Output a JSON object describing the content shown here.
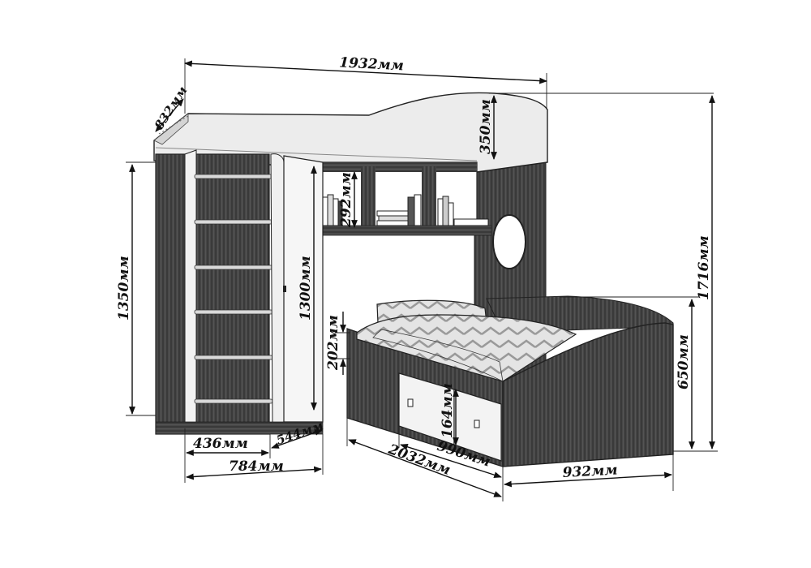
{
  "diagram": {
    "dimensions": {
      "total_length": "1932мм",
      "top_depth": "832мм",
      "top_height": "350мм",
      "shelf_height": "292мм",
      "wardrobe_height": "1350мм",
      "door_height": "1300мм",
      "bed_side_height": "202мм",
      "drawer_height": "164мм",
      "overall_height": "1716мм",
      "bed_height": "650мм",
      "wardrobe_width": "436мм",
      "wardrobe_depth": "544мм",
      "base_width": "784мм",
      "bed_length": "2032мм",
      "drawer_length": "990мм",
      "bed_width": "932мм"
    },
    "colors": {
      "dark_wood": "#3c3c3c",
      "light_panel": "#e9e9e9",
      "ink": "#111111"
    }
  }
}
